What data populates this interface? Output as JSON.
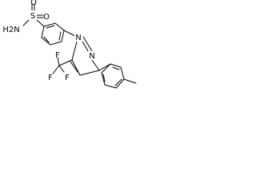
{
  "molecule": {
    "labels": {
      "s": "S",
      "o_top": "O",
      "o_mid": "O",
      "h2n": "H2N",
      "n1": "N",
      "n2": "N",
      "f_top": "F",
      "f_left": "F",
      "f_right": "F"
    }
  }
}
